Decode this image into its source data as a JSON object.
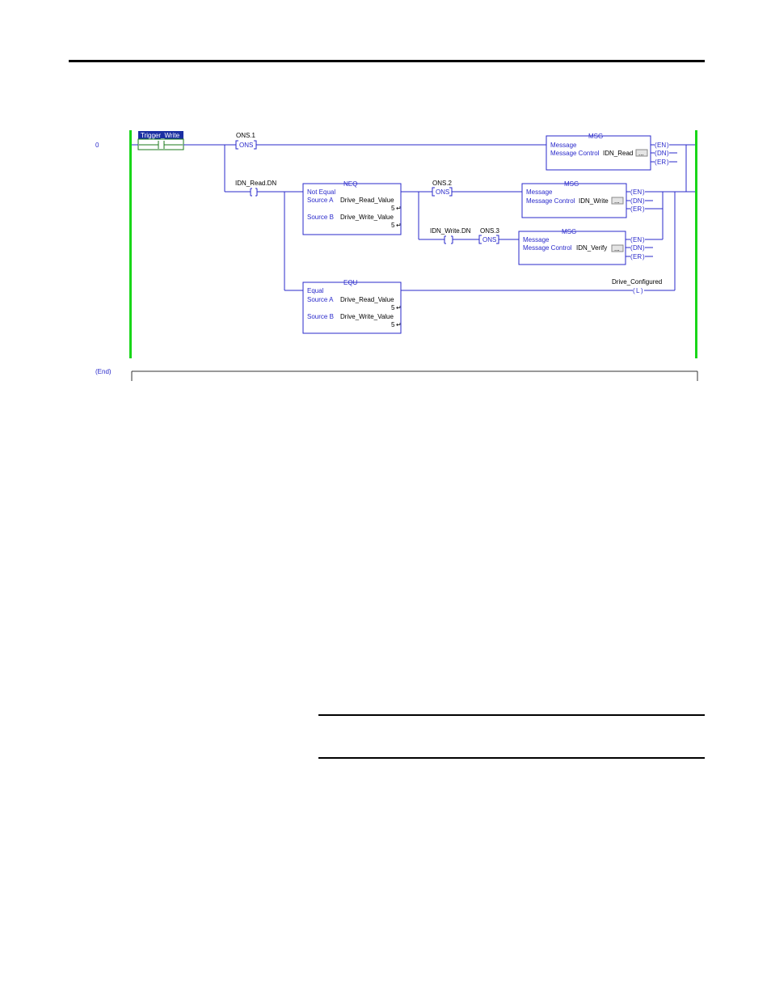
{
  "rung": {
    "number": "0",
    "end_label": "(End)"
  },
  "contacts": {
    "trigger_write": "Trigger_Write",
    "idn_read_dn": "IDN_Read.DN",
    "idn_write_dn": "IDN_Write.DN"
  },
  "ons": {
    "ons1_tag": "ONS.1",
    "ons2_tag": "ONS.2",
    "ons3_tag": "ONS.3",
    "label": "ONS"
  },
  "neq": {
    "title": "NEQ",
    "name": "Not Equal",
    "source_a_label": "Source A",
    "source_a_tag": "Drive_Read_Value",
    "source_a_val": "5",
    "source_b_label": "Source B",
    "source_b_tag": "Drive_Write_Value",
    "source_b_val": "5"
  },
  "equ": {
    "title": "EQU",
    "name": "Equal",
    "source_a_label": "Source A",
    "source_a_tag": "Drive_Read_Value",
    "source_a_val": "5",
    "source_b_label": "Source B",
    "source_b_tag": "Drive_Write_Value",
    "source_b_val": "5"
  },
  "msg_blocks": [
    {
      "title": "MSG",
      "name": "Message",
      "control_label": "Message Control",
      "control_tag": "IDN_Read",
      "ellipsis": "..."
    },
    {
      "title": "MSG",
      "name": "Message",
      "control_label": "Message Control",
      "control_tag": "IDN_Write",
      "ellipsis": "..."
    },
    {
      "title": "MSG",
      "name": "Message",
      "control_label": "Message Control",
      "control_tag": "IDN_Verify",
      "ellipsis": "..."
    }
  ],
  "msg_outputs": [
    "EN",
    "DN",
    "ER"
  ],
  "coil": {
    "tag": "Drive_Configured",
    "symbol": "L"
  },
  "colors": {
    "rail": "#19d619",
    "wire": "#2a2acb",
    "highlight": "#1b2fa3"
  }
}
